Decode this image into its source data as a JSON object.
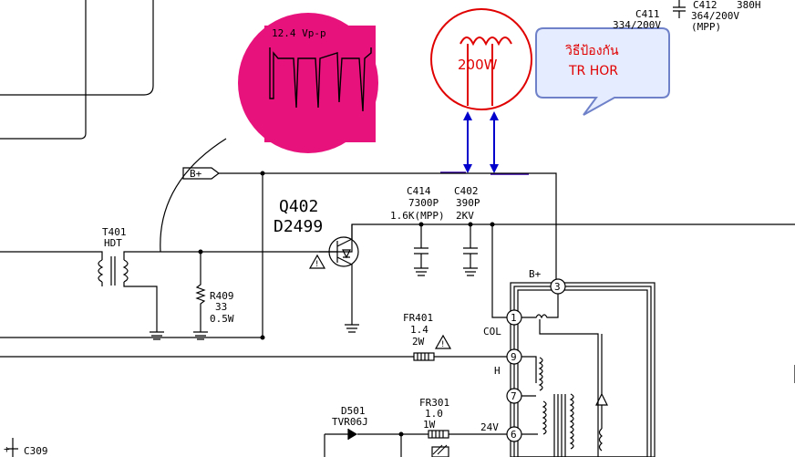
{
  "transistor": {
    "ref": "Q402",
    "part": "D2499"
  },
  "transformer": {
    "ref": "T401",
    "type": "HDT"
  },
  "supply": {
    "label": "B+"
  },
  "waveform": {
    "label": "12.4 Vp-p"
  },
  "bulb": {
    "label": "200W"
  },
  "callout": {
    "line1": "วิธีป้องกัน",
    "line2": "TR HOR"
  },
  "capacitors": {
    "c414": {
      "ref": "C414",
      "value": "7300P",
      "rating": "1.6K(MPP)"
    },
    "c402": {
      "ref": "C402",
      "value": "390P",
      "rating": "2KV"
    },
    "c411": {
      "ref": "C411",
      "rating": "334/200V"
    },
    "c412": {
      "ref": "C412",
      "value": "364/200V",
      "type": "(MPP)",
      "extra": "380H"
    },
    "c309": {
      "ref": "C309"
    }
  },
  "resistors": {
    "r409": {
      "ref": "R409",
      "value": "33",
      "power": "0.5W"
    },
    "fr401": {
      "ref": "FR401",
      "value": "1.4",
      "power": "2W"
    },
    "fr301": {
      "ref": "FR301",
      "value": "1.0",
      "power": "1W"
    }
  },
  "diode": {
    "ref": "D501",
    "part": "TVR06J"
  },
  "fbt": {
    "b_plus": "B+",
    "col": "COL",
    "h": "H",
    "v24": "24V",
    "pins": [
      "3",
      "1",
      "9",
      "7",
      "6"
    ]
  },
  "colors": {
    "magenta": "#e8127c",
    "bulb": "#e00000",
    "arrow": "#0000cc",
    "callout_border": "#6f82c9"
  }
}
